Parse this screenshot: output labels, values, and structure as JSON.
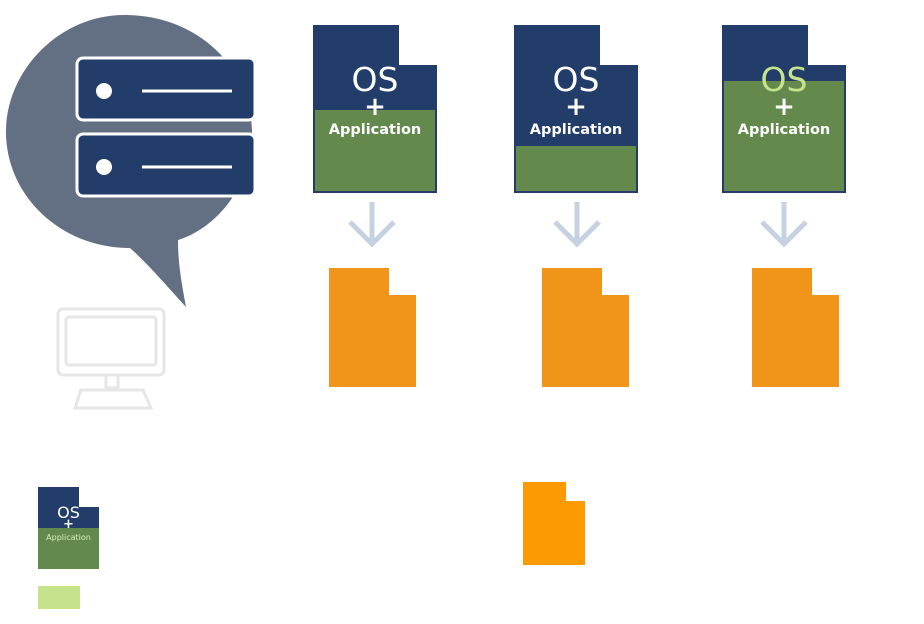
{
  "colors": {
    "bubble": "#637083",
    "server": "#233d6b",
    "server_line": "#ffffff",
    "doc_navy": "#233d6b",
    "doc_green": "#638a4c",
    "doc_green_light": "#c6e28a",
    "arrow": "#c6d1e1",
    "orange": "#f0951a",
    "orange_bright": "#fc9a04",
    "monitor": "#e6e6e6"
  },
  "icons": {
    "speech_bubble": "speech-bubble-icon",
    "server": "server-rack-icon",
    "monitor": "monitor-icon",
    "arrow": "arrow-down-icon",
    "document": "document-icon"
  },
  "labels": {
    "os": "OS",
    "plus": "+",
    "application": "Application"
  },
  "images": [
    {
      "application_level": 0.6
    },
    {
      "application_level": 0.35
    },
    {
      "application_level": 0.82
    }
  ],
  "legend": {
    "os": "OS",
    "plus": "+",
    "application": "Application"
  }
}
